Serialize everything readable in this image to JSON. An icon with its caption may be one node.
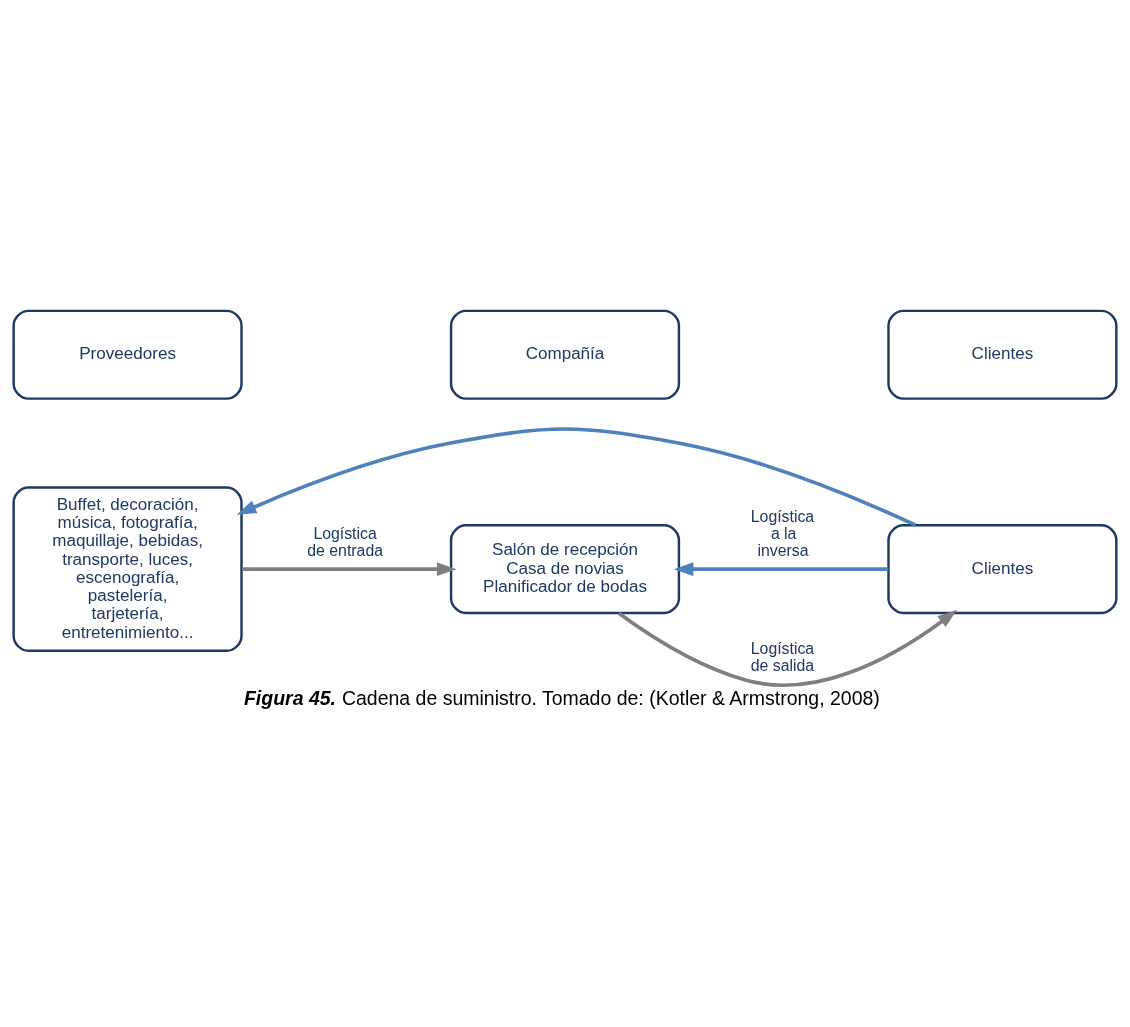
{
  "diagram": {
    "caption": "**Figura 45.** Cadena de suministro. Tomado de: (Kotler & Armstrong, 2008)",
    "nodes": [
      {
        "text": [
          "Proveedores"
        ]
      },
      {
        "text": [
          "Compañía"
        ]
      },
      {
        "text": [
          "Clientes"
        ]
      },
      {
        "text": [
          "Buffet, decoración, música, fotografía, maquillaje, bebidas, transporte, luces, escenografía, pastelería, tarjetería, entretenimiento..."
        ]
      },
      {
        "text": [
          "Salón de recepción Casa de novias Planificador de bodas"
        ]
      },
      {
        "text": [
          "Clientes"
        ]
      }
    ],
    "edges": [
      {
        "from": 3,
        "to": 4,
        "arrow": "to",
        "label": "Logística de entrada",
        "color": "#7f7f7f"
      },
      {
        "from": 4,
        "to": 5,
        "arrow": "to",
        "label": "Logística de salida",
        "color": "#7f7f7f"
      },
      {
        "from": 5,
        "to": 4,
        "arrow": "to",
        "label": "Logística a la inversa",
        "color": "#4f81bd"
      },
      {
        "from": 5,
        "to": 3,
        "arrow": "to",
        "color": "#4f81bd"
      }
    ]
  }
}
